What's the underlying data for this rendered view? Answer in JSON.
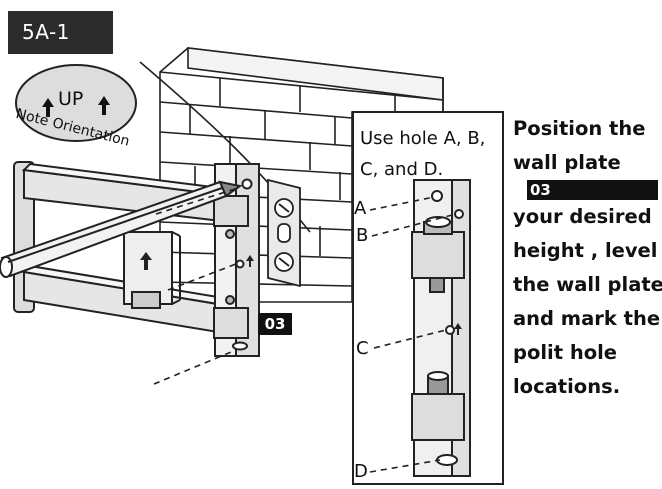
{
  "step_label": "5A-1",
  "orientation_badge": {
    "up_text": "UP",
    "note_text": "Note Orientation"
  },
  "callout_text": [
    "Use hole A, B,",
    "C, and D."
  ],
  "hole_labels": [
    "A",
    "B",
    "C",
    "D"
  ],
  "part_number": "03",
  "instruction": {
    "line1": "Position the",
    "line2": "wall plate",
    "part_ref": "03",
    "line3": "your desired",
    "line4": "height , level",
    "line5": "the wall plate",
    "line6": "and mark the",
    "line7": "polit hole",
    "line8": "locations."
  },
  "colors": {
    "badge_bg": "#2b2b2b",
    "tag_bg": "#111111",
    "line": "#111111"
  },
  "icons": [
    "up-arrow-icon",
    "pencil-icon",
    "bubble-level-icon",
    "brick-wall",
    "wall-plate",
    "mounting-arm"
  ]
}
